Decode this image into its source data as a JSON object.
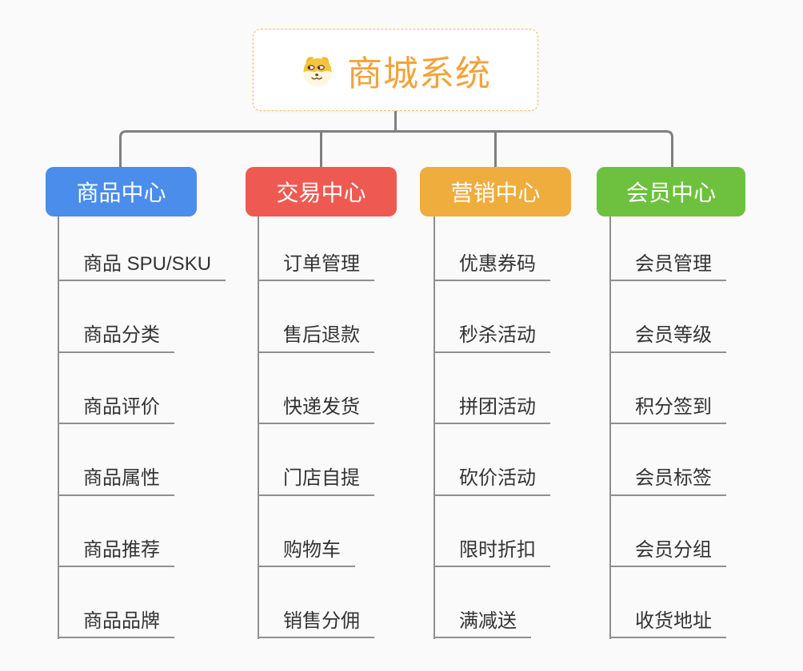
{
  "root": {
    "title": "商城系统",
    "icon": "dog-face-icon"
  },
  "branches": [
    {
      "label": "商品中心",
      "color": "#4a8dea",
      "children": [
        "商品 SPU/SKU",
        "商品分类",
        "商品评价",
        "商品属性",
        "商品推荐",
        "商品品牌"
      ]
    },
    {
      "label": "交易中心",
      "color": "#ee5a52",
      "children": [
        "订单管理",
        "售后退款",
        "快递发货",
        "门店自提",
        "购物车",
        "销售分佣"
      ]
    },
    {
      "label": "营销中心",
      "color": "#efad3d",
      "children": [
        "优惠券码",
        "秒杀活动",
        "拼团活动",
        "砍价活动",
        "限时折扣",
        "满减送"
      ]
    },
    {
      "label": "会员中心",
      "color": "#6ec13f",
      "children": [
        "会员管理",
        "会员等级",
        "积分签到",
        "会员标签",
        "会员分组",
        "收货地址"
      ]
    }
  ],
  "colors": {
    "background": "#fafafa",
    "root_text": "#f2a33c",
    "root_border": "#f6bd6e",
    "connector": "#7f7f7f",
    "child_line": "#8f8f8f",
    "child_text": "#333333",
    "branch_text": "#ffffff"
  }
}
